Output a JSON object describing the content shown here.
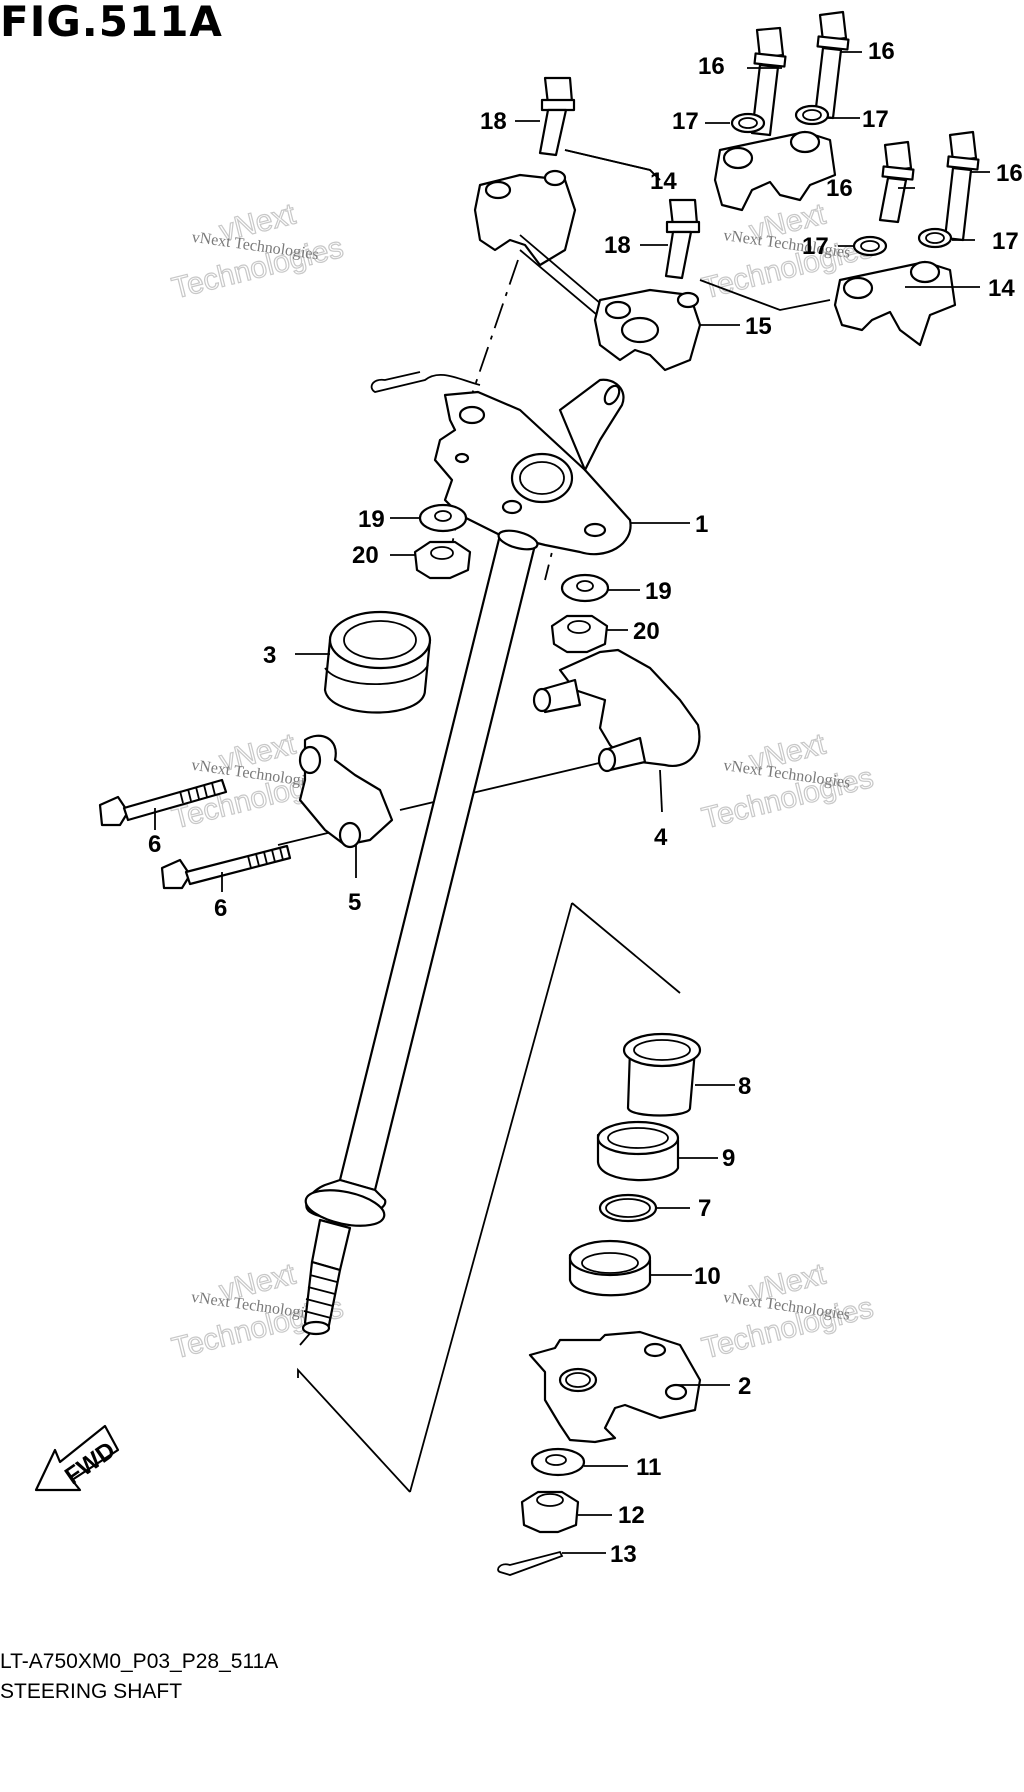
{
  "figure": {
    "title": "FIG.511A",
    "drawing_code": "LT-A750XM0_P03_P28_511A",
    "name": "STEERING SHAFT",
    "fwd_label": "FWD"
  },
  "watermark": {
    "line1": "vNext Technologies",
    "line2": "vNext",
    "line3": "Technologies"
  },
  "callouts": [
    {
      "id": "c1",
      "label": "1"
    },
    {
      "id": "c2",
      "label": "2"
    },
    {
      "id": "c3",
      "label": "3"
    },
    {
      "id": "c4",
      "label": "4"
    },
    {
      "id": "c5",
      "label": "5"
    },
    {
      "id": "c6a",
      "label": "6"
    },
    {
      "id": "c6b",
      "label": "6"
    },
    {
      "id": "c7",
      "label": "7"
    },
    {
      "id": "c8",
      "label": "8"
    },
    {
      "id": "c9",
      "label": "9"
    },
    {
      "id": "c10",
      "label": "10"
    },
    {
      "id": "c11",
      "label": "11"
    },
    {
      "id": "c12",
      "label": "12"
    },
    {
      "id": "c13",
      "label": "13"
    },
    {
      "id": "c14a",
      "label": "14"
    },
    {
      "id": "c14b",
      "label": "14"
    },
    {
      "id": "c15",
      "label": "15"
    },
    {
      "id": "c16a",
      "label": "16"
    },
    {
      "id": "c16b",
      "label": "16"
    },
    {
      "id": "c16c",
      "label": "16"
    },
    {
      "id": "c16d",
      "label": "16"
    },
    {
      "id": "c17a",
      "label": "17"
    },
    {
      "id": "c17b",
      "label": "17"
    },
    {
      "id": "c17c",
      "label": "17"
    },
    {
      "id": "c17d",
      "label": "17"
    },
    {
      "id": "c18a",
      "label": "18"
    },
    {
      "id": "c18b",
      "label": "18"
    },
    {
      "id": "c19a",
      "label": "19"
    },
    {
      "id": "c19b",
      "label": "19"
    },
    {
      "id": "c20a",
      "label": "20"
    },
    {
      "id": "c20b",
      "label": "20"
    }
  ]
}
